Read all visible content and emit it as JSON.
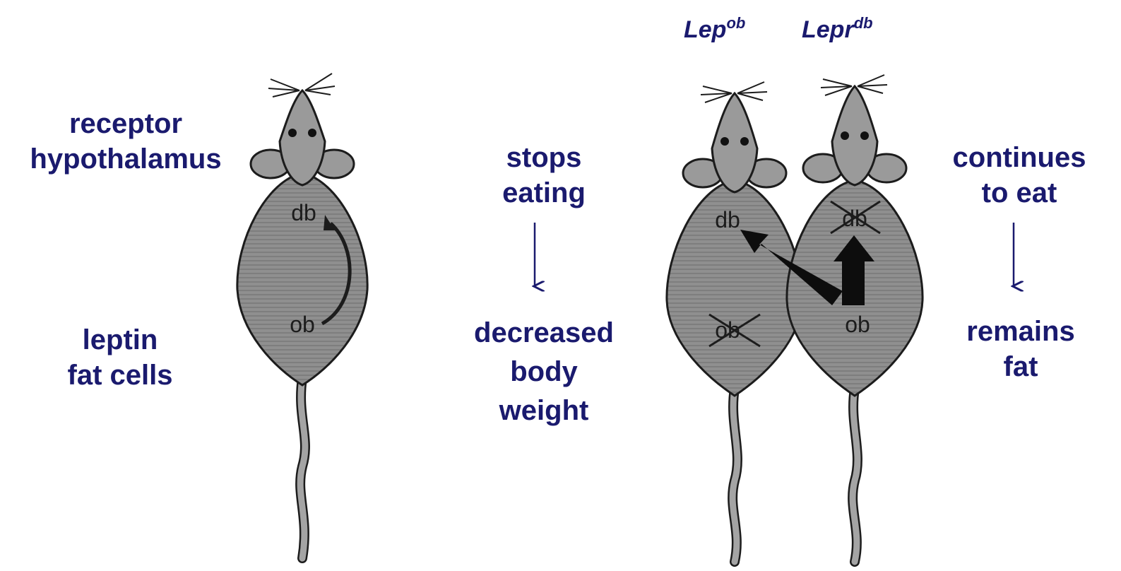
{
  "left_labels": {
    "receptor": [
      "receptor",
      "hypothalamus"
    ],
    "leptin": [
      "leptin",
      "fat cells"
    ]
  },
  "center_labels": {
    "top": [
      "stops",
      "eating"
    ],
    "bottom": [
      "decreased",
      "body",
      "weight"
    ]
  },
  "right_labels": {
    "top": [
      "continues",
      "to eat"
    ],
    "bottom": [
      "remains",
      "fat"
    ]
  },
  "genes": {
    "lep": {
      "base": "Lep",
      "sup": "ob"
    },
    "lepr": {
      "base": "Lepr",
      "sup": "db"
    }
  },
  "mouse_labels": {
    "normal": {
      "db": "db",
      "ob": "ob"
    },
    "lep_mutant": {
      "db": "db",
      "ob": "ob"
    },
    "lepr_mutant": {
      "db": "db",
      "ob": "ob"
    }
  },
  "colors": {
    "text": "#1a1a6e",
    "mouse_fill": "#8f8f8f",
    "mouse_outline": "#1c1c1c"
  }
}
